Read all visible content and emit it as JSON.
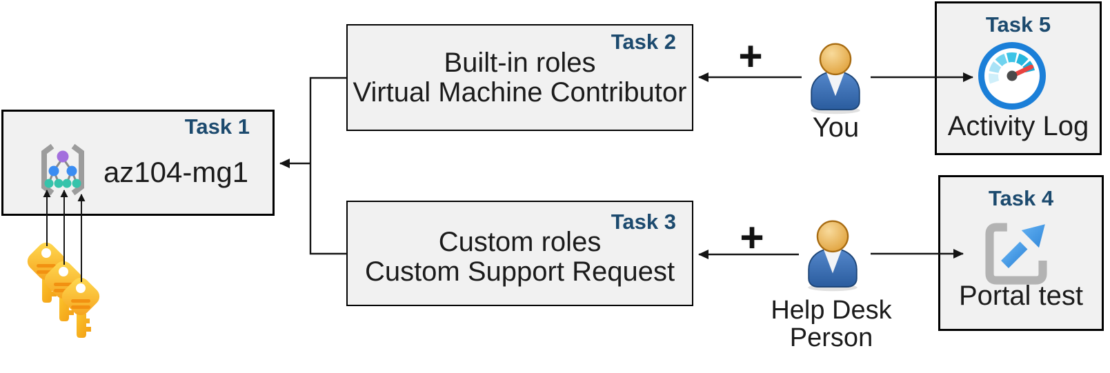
{
  "diagram": {
    "type": "azure-lab-task-flow",
    "boxes": {
      "task1": {
        "label": "Task 1",
        "name": "az104-mg1",
        "icon": "management-group-icon"
      },
      "task2": {
        "label": "Task 2",
        "line1": "Built-in roles",
        "line2": "Virtual Machine Contributor"
      },
      "task3": {
        "label": "Task 3",
        "line1": "Custom roles",
        "line2": "Custom Support Request"
      },
      "task4": {
        "label": "Task 4",
        "caption": "Portal test",
        "icon": "portal-external-link-icon"
      },
      "task5": {
        "label": "Task 5",
        "caption": "Activity Log",
        "icon": "activity-log-gauge-icon"
      }
    },
    "actors": {
      "you": {
        "label": "You",
        "icon": "person-icon"
      },
      "help_desk": {
        "line1": "Help Desk",
        "line2": "Person",
        "icon": "person-icon"
      }
    },
    "symbols": {
      "plus": "+",
      "key_icon": "key-icon",
      "key_count": 3
    },
    "connections": [
      "task2-and-task3-merge-into-task1",
      "you-plus-arrow-to-task2",
      "you-arrow-to-task5",
      "help-desk-plus-arrow-to-task3",
      "help-desk-arrow-to-task4",
      "three-keys-arrows-into-management-group"
    ],
    "colors": {
      "task_label_blue": "#1C4A6E",
      "box_fill": "#F1F1F1",
      "box_border": "#000000",
      "text": "#1B1B1B",
      "arrow": "#141414",
      "key_gold_light": "#FFDD55",
      "key_gold_dark": "#F5A01B",
      "key_stripe_orange": "#F29111",
      "person_head_gold": "#DD9A2F",
      "person_body_blue": "#2A5C9E",
      "mg_bracket_gray": "#9C9C9C",
      "mg_node_purple": "#A36FDD",
      "mg_node_blue": "#3B8DF2",
      "mg_node_teal": "#36C3AB",
      "gauge_ring_blue": "#1B7FD8",
      "gauge_segment_light": "#CFEFFA",
      "gauge_segment_dark": "#1BACD6",
      "gauge_needle_red": "#E8433F",
      "portal_bracket_gray": "#B3B3B3",
      "portal_arrow_blue": "#4BA0EE"
    }
  }
}
